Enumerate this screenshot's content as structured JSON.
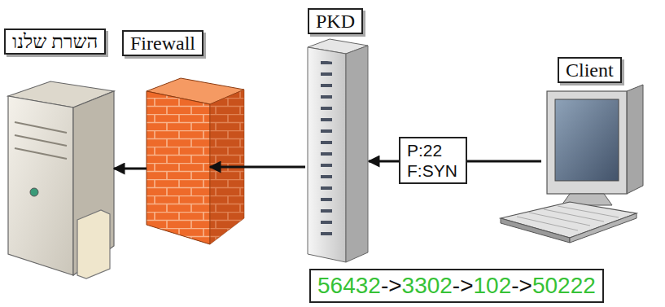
{
  "diagram": {
    "nodes": [
      {
        "text": [
          "השרת שלנו"
        ]
      },
      {
        "text": [
          "Firewall"
        ]
      },
      {
        "text": [
          "PKD"
        ]
      },
      {
        "text": [
          "P:22",
          "F:SYN"
        ]
      },
      {
        "text": [
          "Client"
        ]
      },
      {
        "text": [
          "56432->3302->102->50222"
        ]
      }
    ],
    "edges": [
      {
        "from": 4,
        "to": 3,
        "arrow": "none"
      },
      {
        "from": 3,
        "to": 2,
        "arrow": "to"
      },
      {
        "from": 2,
        "to": 1,
        "arrow": "to"
      },
      {
        "from": 1,
        "to": 0,
        "arrow": "to"
      }
    ]
  }
}
